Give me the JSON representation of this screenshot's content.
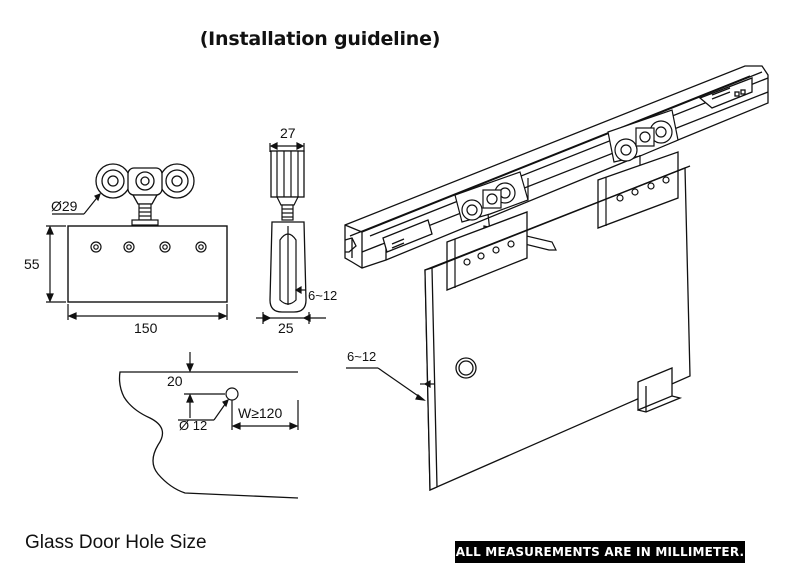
{
  "title": "(Installation guideline)",
  "hole_caption": "Glass Door Hole Size",
  "units_note": "ALL MEASUREMENTS ARE IN MILLIMETER.",
  "front_view": {
    "wheel_diameter_label": "Ø29",
    "height_label": "55",
    "width_label": "150"
  },
  "side_view": {
    "top_width_label": "27",
    "glass_thickness_label": "6~12",
    "bottom_width_label": "25"
  },
  "hole_detail": {
    "top_offset_label": "20",
    "hole_diameter_label": "Ø 12",
    "edge_distance_label": "W≥120"
  },
  "assembly_view": {
    "glass_thickness_label": "6~12"
  },
  "colors": {
    "line": "#111111",
    "fill": "#ffffff",
    "banner": "#000000"
  }
}
